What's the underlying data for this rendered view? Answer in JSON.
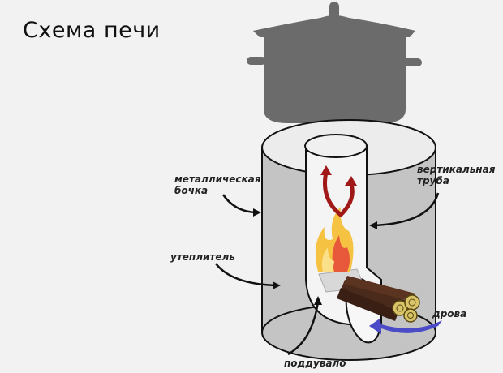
{
  "title": "Схема печи",
  "labels": {
    "barrel": [
      "металлическая",
      "бочка"
    ],
    "pipe": [
      "вертикальная",
      "труба"
    ],
    "insulation": "утеплитель",
    "firewood": "дрова",
    "air_inlet": "поддувало"
  },
  "colors": {
    "background": "#f2f2f2",
    "pot": "#6b6b6b",
    "insulation_fill": "#c4c4c4",
    "outline": "#111111",
    "heat_arrows": "#a01818",
    "air_arrow": "#4b4bc8",
    "flame_outer": "#f5c242",
    "flame_inner": "#e8583a",
    "wood": "#4a2a1a"
  }
}
